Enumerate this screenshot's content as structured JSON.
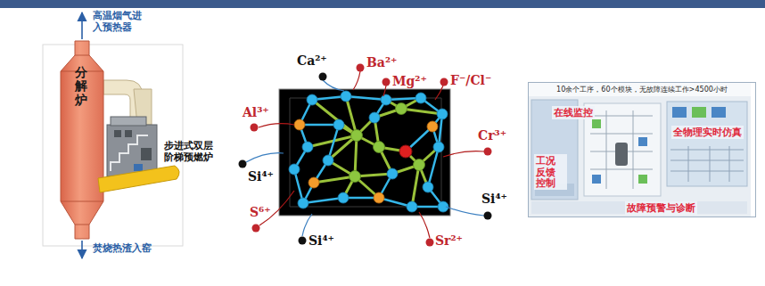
{
  "diagram": {
    "nodes": [
      {
        "text": [
          "分解炉"
        ]
      },
      {
        "text": [
          "10余个工序，60个模块，无故障连续工作>4500小时"
        ]
      },
      {
        "text": [
          "在线监控"
        ],
        "in": 1
      },
      {
        "text": [
          "全物理实时仿真"
        ],
        "in": 1
      },
      {
        "text": [
          "工况反馈控制"
        ],
        "in": 1
      },
      {
        "text": [
          "故障预警与诊断"
        ],
        "in": 1
      }
    ],
    "labels": [
      "高温烟气进入预热器",
      "步进式双层阶梯预燃炉",
      "焚烧热渣入窑",
      "Ca²⁺",
      "Ba²⁺",
      "Mg²⁺",
      "F⁻/Cl⁻",
      "Al³⁺",
      "Si⁴⁺",
      "Cr³⁺",
      "Si⁴⁺",
      "S⁶⁺",
      "Si⁴⁺",
      "Sr²⁺"
    ]
  }
}
